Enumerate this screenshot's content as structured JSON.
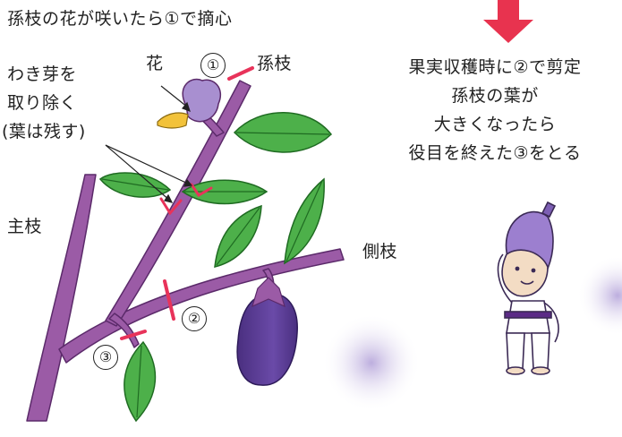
{
  "heading": "孫枝の花が咲いたら①で摘心",
  "labels": {
    "flower": "花",
    "grandchild_branch": "孫枝",
    "bud_removal_line1": "わき芽を",
    "bud_removal_line2": "取り除く",
    "bud_removal_line3": "(葉は残す)",
    "main_branch": "主枝",
    "side_branch": "側枝"
  },
  "cut_markers": [
    "①",
    "②",
    "③"
  ],
  "instructions": [
    "果実収穫時に②で剪定",
    "孫枝の葉が",
    "大きくなったら",
    "役目を終えた③をとる"
  ],
  "colors": {
    "stem": "#9b5ba6",
    "leaf": "#4db04a",
    "cut_mark": "#e8335a",
    "eggplant": "#5a3c8f",
    "arrow": "#e8334f"
  }
}
